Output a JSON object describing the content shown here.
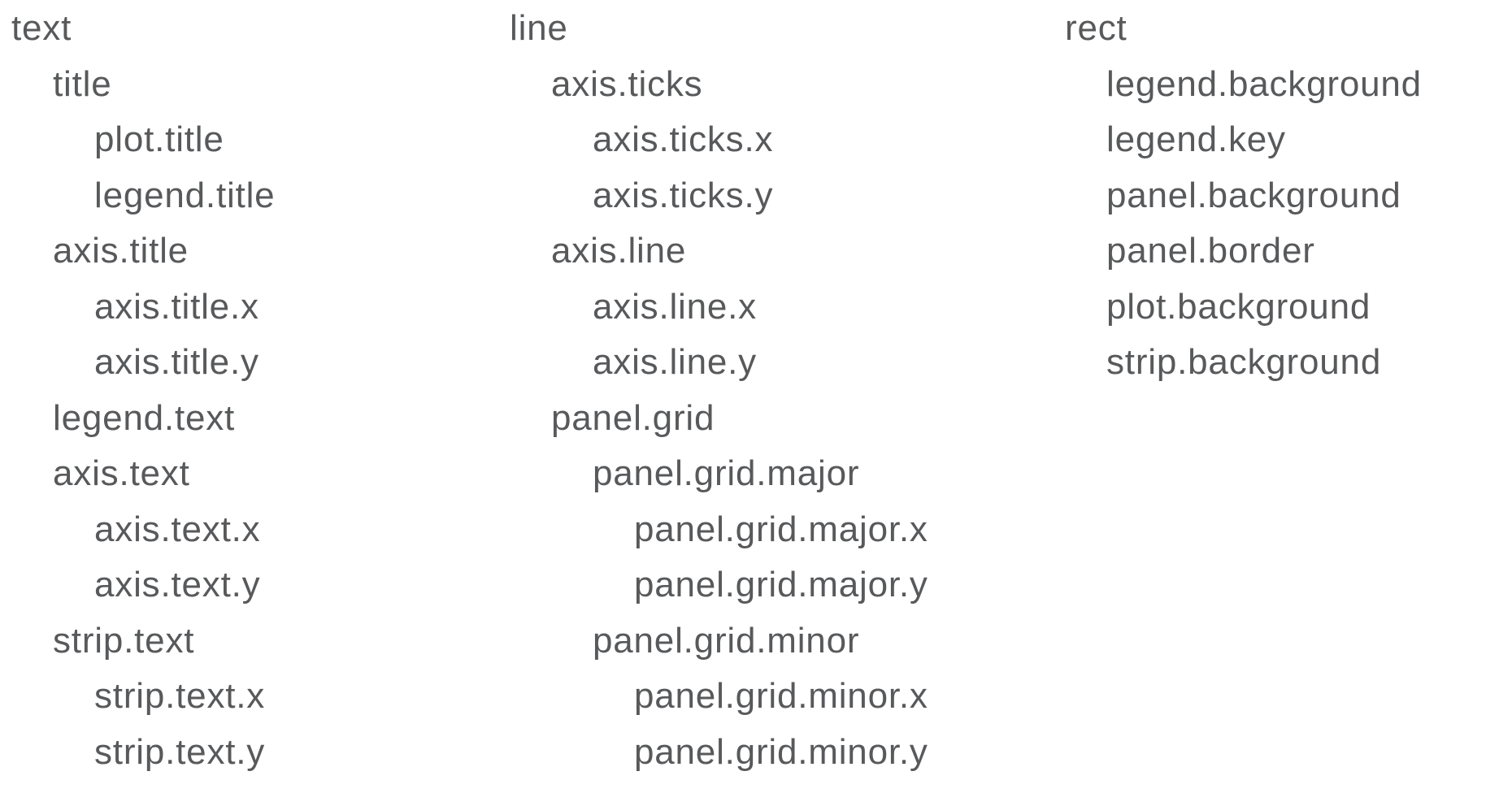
{
  "figure": {
    "description": "ggplot2 theme element inheritance listing",
    "background_color": "#ffffff",
    "text_color": "#58595b"
  },
  "columns": [
    {
      "id": "text",
      "items": [
        {
          "label": "text",
          "level": 0
        },
        {
          "label": "title",
          "level": 1
        },
        {
          "label": "plot.title",
          "level": 2
        },
        {
          "label": "legend.title",
          "level": 2
        },
        {
          "label": "axis.title",
          "level": 1
        },
        {
          "label": "axis.title.x",
          "level": 2
        },
        {
          "label": "axis.title.y",
          "level": 2
        },
        {
          "label": "legend.text",
          "level": 1
        },
        {
          "label": "axis.text",
          "level": 1
        },
        {
          "label": "axis.text.x",
          "level": 2
        },
        {
          "label": "axis.text.y",
          "level": 2
        },
        {
          "label": "strip.text",
          "level": 1
        },
        {
          "label": "strip.text.x",
          "level": 2
        },
        {
          "label": "strip.text.y",
          "level": 2
        }
      ]
    },
    {
      "id": "line",
      "items": [
        {
          "label": "line",
          "level": 0
        },
        {
          "label": "axis.ticks",
          "level": 1
        },
        {
          "label": "axis.ticks.x",
          "level": 2
        },
        {
          "label": "axis.ticks.y",
          "level": 2
        },
        {
          "label": "axis.line",
          "level": 1
        },
        {
          "label": "axis.line.x",
          "level": 2
        },
        {
          "label": "axis.line.y",
          "level": 2
        },
        {
          "label": "panel.grid",
          "level": 1
        },
        {
          "label": "panel.grid.major",
          "level": 2
        },
        {
          "label": "panel.grid.major.x",
          "level": 3
        },
        {
          "label": "panel.grid.major.y",
          "level": 3
        },
        {
          "label": "panel.grid.minor",
          "level": 2
        },
        {
          "label": "panel.grid.minor.x",
          "level": 3
        },
        {
          "label": "panel.grid.minor.y",
          "level": 3
        }
      ]
    },
    {
      "id": "rect",
      "items": [
        {
          "label": "rect",
          "level": 0
        },
        {
          "label": "legend.background",
          "level": 1
        },
        {
          "label": "legend.key",
          "level": 1
        },
        {
          "label": "panel.background",
          "level": 1
        },
        {
          "label": "panel.border",
          "level": 1
        },
        {
          "label": "plot.background",
          "level": 1
        },
        {
          "label": "strip.background",
          "level": 1
        }
      ]
    }
  ]
}
